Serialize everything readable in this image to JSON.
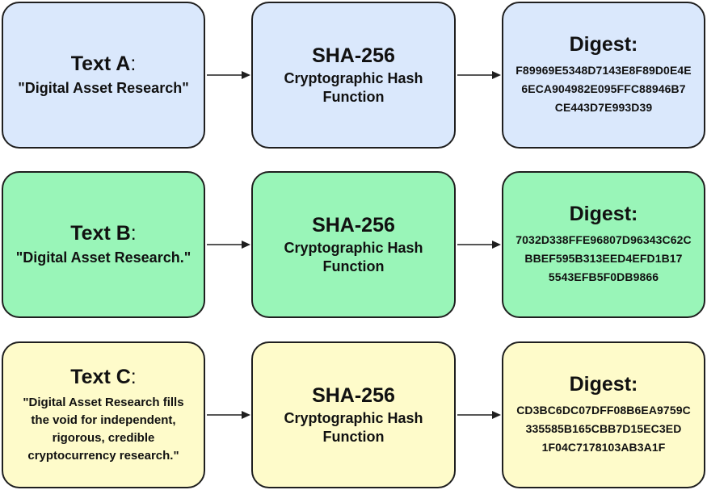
{
  "rows": [
    {
      "input": {
        "heading": "Text A",
        "text": "\"Digital Asset Research\""
      },
      "hash": {
        "title": "SHA-256",
        "subtitle_line1": "Cryptographic Hash",
        "subtitle_line2": "Function"
      },
      "digest": {
        "title": "Digest:",
        "lines": [
          "F89969E5348D7143E8F89D0E4E",
          "6ECA904982E095FFC88946B7",
          "CE443D7E993D39"
        ]
      }
    },
    {
      "input": {
        "heading": "Text B",
        "text": "\"Digital Asset Research.\""
      },
      "hash": {
        "title": "SHA-256",
        "subtitle_line1": "Cryptographic Hash",
        "subtitle_line2": "Function"
      },
      "digest": {
        "title": "Digest:",
        "lines": [
          "7032D338FFE96807D96343C62C",
          "BBEF595B313EED4EFD1B17",
          "5543EFB5F0DB9866"
        ]
      }
    },
    {
      "input": {
        "heading": "Text C",
        "text_lines": [
          "\"Digital Asset Research fills",
          "the void for independent,",
          "rigorous, credible",
          "cryptocurrency research.\""
        ]
      },
      "hash": {
        "title": "SHA-256",
        "subtitle_line1": "Cryptographic Hash",
        "subtitle_line2": "Function"
      },
      "digest": {
        "title": "Digest:",
        "lines": [
          "CD3BC6DC07DFF08B6EA9759C",
          "335585B165CBB7D15EC3ED",
          "1F04C7178103AB3A1F"
        ]
      }
    }
  ],
  "colors": {
    "row_a_fill": "#dae8fc",
    "row_b_fill": "#99f5b8",
    "row_c_fill": "#fefbca",
    "stroke": "#1f1f1f"
  },
  "colon": ":"
}
